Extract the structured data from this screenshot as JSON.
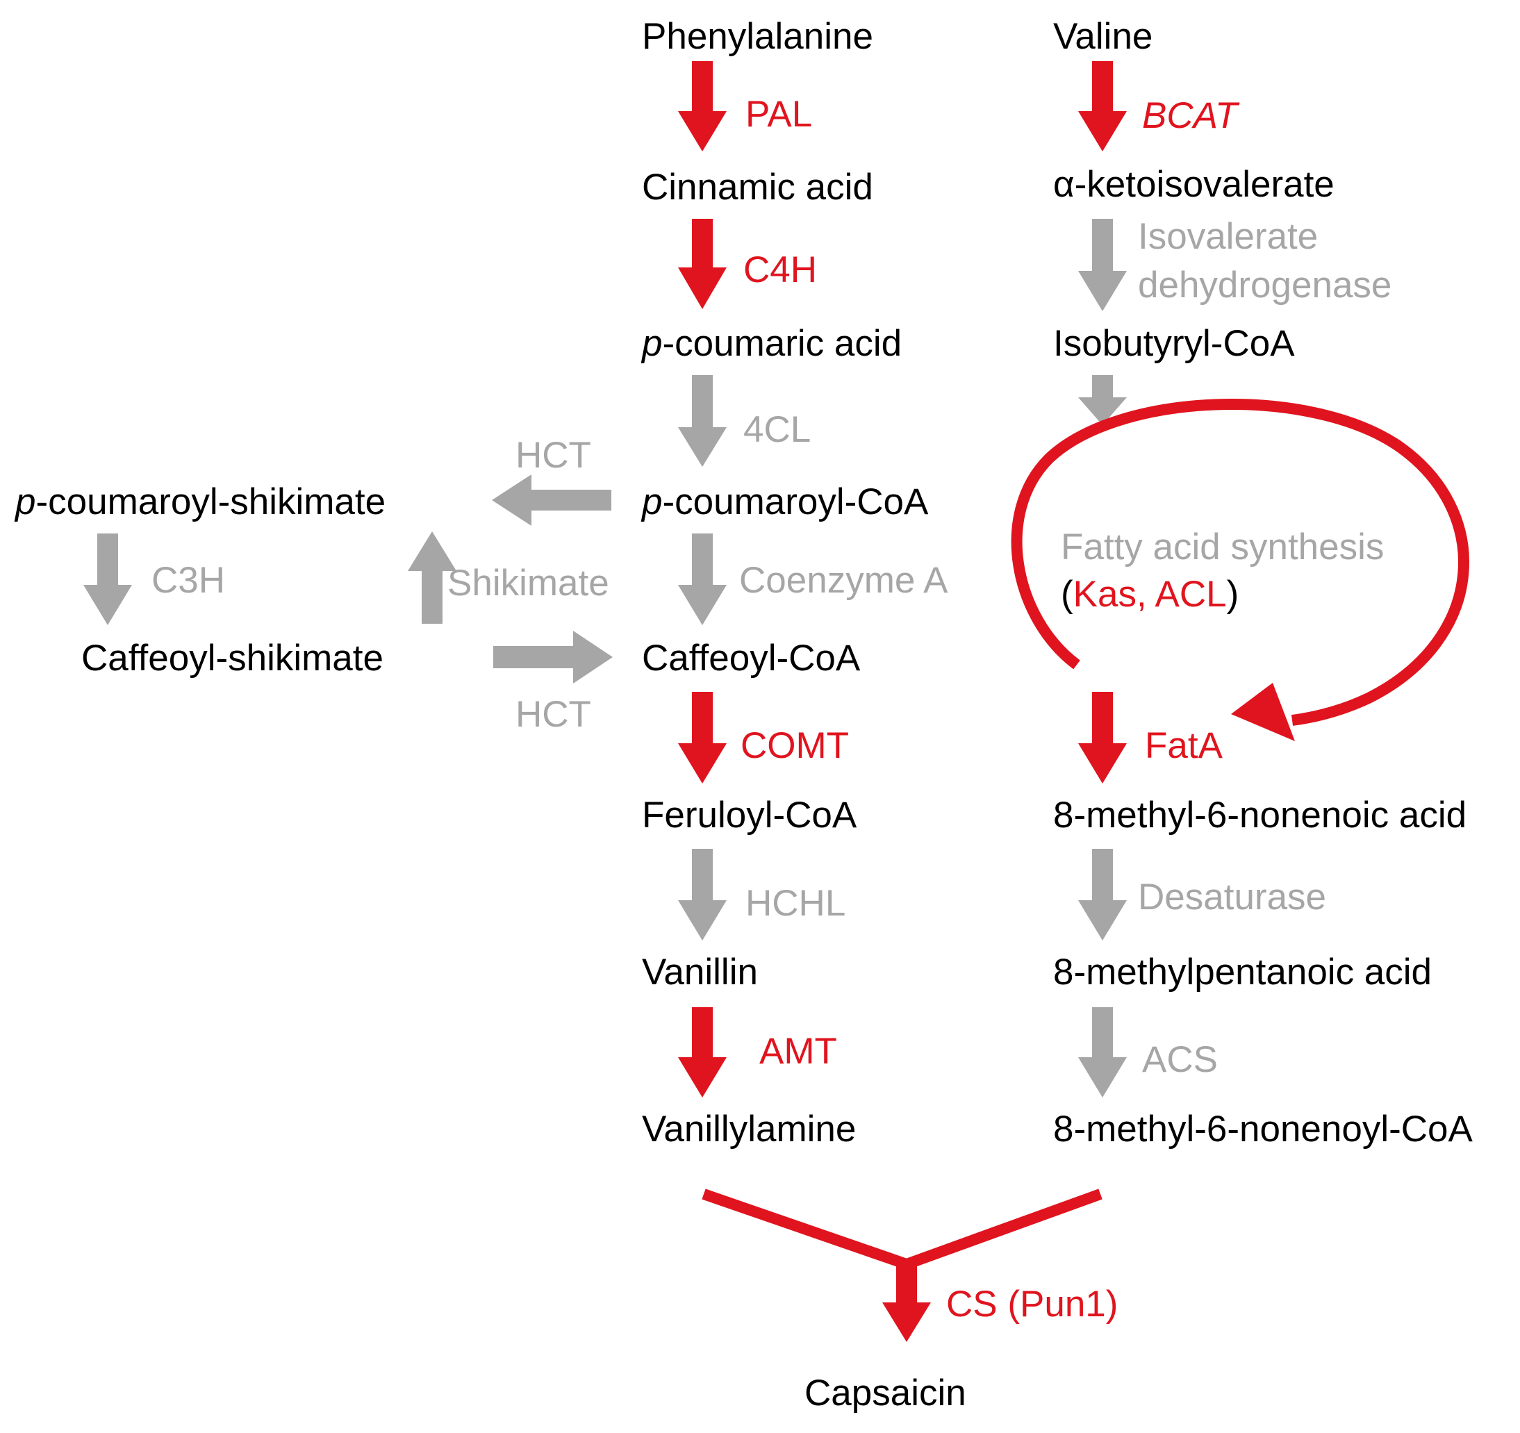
{
  "colors": {
    "key_enzyme": "#e0141e",
    "other_enzyme": "#a6a6a6",
    "compound": "#000000",
    "background": "#ffffff"
  },
  "compounds": {
    "phenylalanine": "Phenylalanine",
    "cinnamic_acid": "Cinnamic acid",
    "p_coumaric_prefix": "p",
    "p_coumaric_rest": "-coumaric acid",
    "p_coumaroyl_coa_prefix": "p",
    "p_coumaroyl_coa_rest": "-coumaroyl-CoA",
    "p_coumaroyl_shikimate_prefix": "p",
    "p_coumaroyl_shikimate_rest": "-coumaroyl-shikimate",
    "caffeoyl_shikimate": "Caffeoyl-shikimate",
    "caffeoyl_coa": "Caffeoyl-CoA",
    "feruloyl_coa": "Feruloyl-CoA",
    "vanillin": "Vanillin",
    "vanillylamine": "Vanillylamine",
    "valine": "Valine",
    "ketoisovalerate_alpha": "α",
    "ketoisovalerate_rest": "-ketoisovalerate",
    "isobutyryl_coa": "Isobutyryl-CoA",
    "methyl_nonenoic_acid": "8-methyl-6-nonenoic acid",
    "methylpentanoic_acid": "8-methylpentanoic acid",
    "methyl_nonenoyl_coa": "8-methyl-6-nonenoyl-CoA",
    "capsaicin": "Capsaicin"
  },
  "enzymes": {
    "pal": "PAL",
    "c4h": "C4H",
    "four_cl": "4CL",
    "hct_top": "HCT",
    "hct_bottom": "HCT",
    "c3h": "C3H",
    "shikimate": "Shikimate",
    "coenzyme_a": "Coenzyme A",
    "comt": "COMT",
    "hchl": "HCHL",
    "amt": "AMT",
    "bcat": "BCAT",
    "isovalerate_line1": "Isovalerate",
    "isovalerate_line2": "dehydrogenase",
    "fatty_acid_synthesis": "Fatty acid synthesis",
    "fas_open_paren": "(",
    "fas_enzymes": "Kas, ACL",
    "fas_close_paren": ")",
    "fata": "FatA",
    "desaturase": "Desaturase",
    "acs": "ACS",
    "cs": "CS (Pun1)"
  }
}
